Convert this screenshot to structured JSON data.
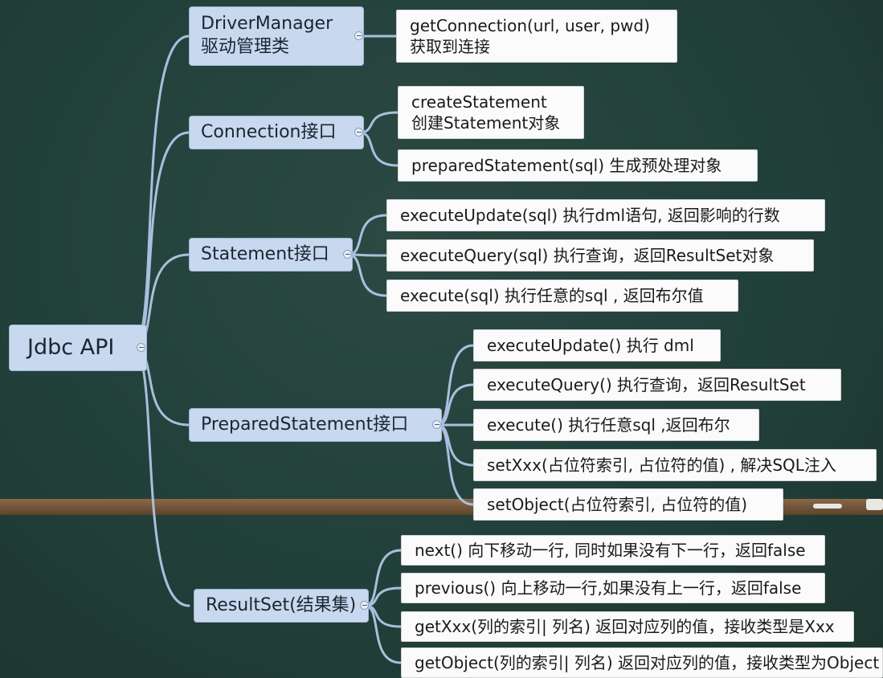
{
  "root": {
    "label": "Jdbc API"
  },
  "branches": [
    {
      "line1": "DriverManager",
      "line2": "驱动管理类",
      "leaves": [
        {
          "line1": "getConnection(url, user, pwd)",
          "line2": "获取到连接"
        }
      ]
    },
    {
      "line1": "Connection接口",
      "leaves": [
        {
          "line1": "createStatement",
          "line2": "创建Statement对象"
        },
        {
          "line1": "preparedStatement(sql) 生成预处理对象"
        }
      ]
    },
    {
      "line1": "Statement接口",
      "leaves": [
        {
          "line1": "executeUpdate(sql) 执行dml语句, 返回影响的行数"
        },
        {
          "line1": "executeQuery(sql) 执行查询，返回ResultSet对象"
        },
        {
          "line1": "execute(sql) 执行任意的sql , 返回布尔值"
        }
      ]
    },
    {
      "line1": "PreparedStatement接口",
      "leaves": [
        {
          "line1": "executeUpdate() 执行 dml"
        },
        {
          "line1": "executeQuery() 执行查询，返回ResultSet"
        },
        {
          "line1": "execute() 执行任意sql ,返回布尔"
        },
        {
          "line1": "setXxx(占位符索引, 占位符的值) , 解决SQL注入"
        },
        {
          "line1": "setObject(占位符索引, 占位符的值)"
        }
      ]
    },
    {
      "line1": "ResultSet(结果集)",
      "leaves": [
        {
          "line1": "next() 向下移动一行, 同时如果没有下一行，返回false"
        },
        {
          "line1": "previous() 向上移动一行,如果没有上一行，返回false"
        },
        {
          "line1": "getXxx(列的索引| 列名) 返回对应列的值，接收类型是Xxx"
        },
        {
          "line1": "getObject(列的索引| 列名) 返回对应列的值，接收类型为Object"
        }
      ]
    }
  ],
  "colors": {
    "board": "#22403a",
    "branch_fill": "#c7d8ef",
    "leaf_fill": "#fbfbfb",
    "connector": "#a9bfdd"
  }
}
